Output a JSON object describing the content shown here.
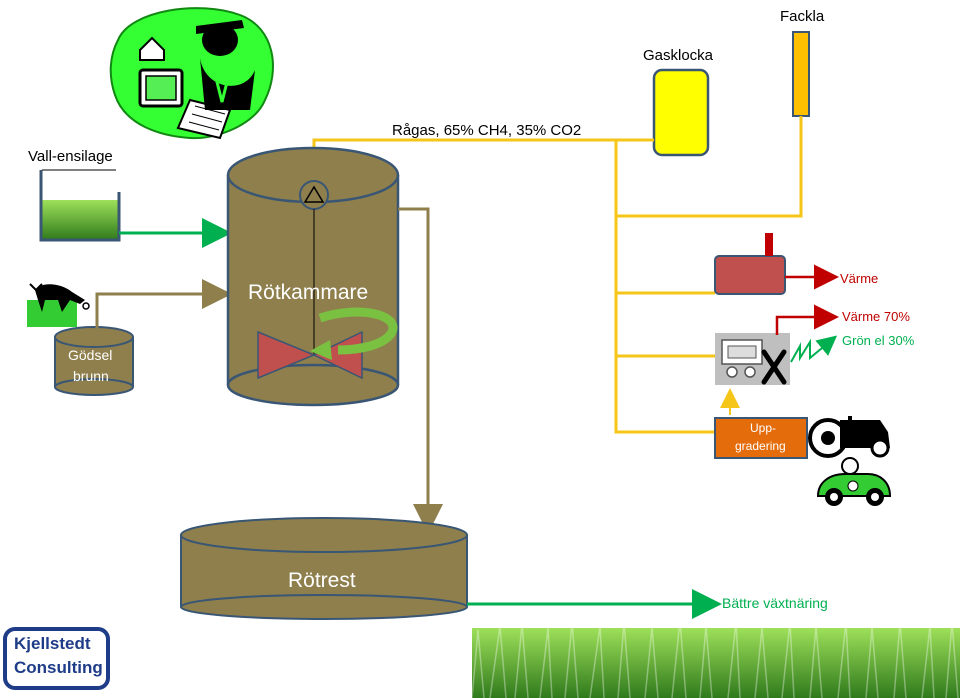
{
  "labels": {
    "fackla": "Fackla",
    "gasklocka": "Gasklocka",
    "ragas": "Rågas, 65% CH4, 35% CO2",
    "vall_ensilage": "Vall-ensilage",
    "rotkammare": "Rötkammare",
    "godsel_line1": "Gödsel",
    "godsel_line2": "brunn",
    "varme": "Värme",
    "varme70": "Värme 70%",
    "gron_el": "Grön el 30%",
    "uppgradering_line1": "Upp-",
    "uppgradering_line2": "gradering",
    "rotrest": "Rötrest",
    "battre": "Bättre växtnäring",
    "logo_line1": "Kjellstedt",
    "logo_line2": "Consulting"
  },
  "icons": [
    "farmer-computer-clipart-icon",
    "cow-icon",
    "engine-icon",
    "tractor-icon",
    "green-car-icon",
    "grass-field-icon"
  ],
  "colors": {
    "digester": "#8e7f4c",
    "digester_stroke": "#3a5675",
    "gas_pipe": "#f5c518",
    "gas_holder": "#ffff00",
    "flare": "#ffc000",
    "heat_red": "#c00000",
    "green_arrow": "#00b050",
    "boiler": "#c0504d",
    "upgrading": "#e46c0a",
    "logo_blue": "#1f3c88"
  }
}
